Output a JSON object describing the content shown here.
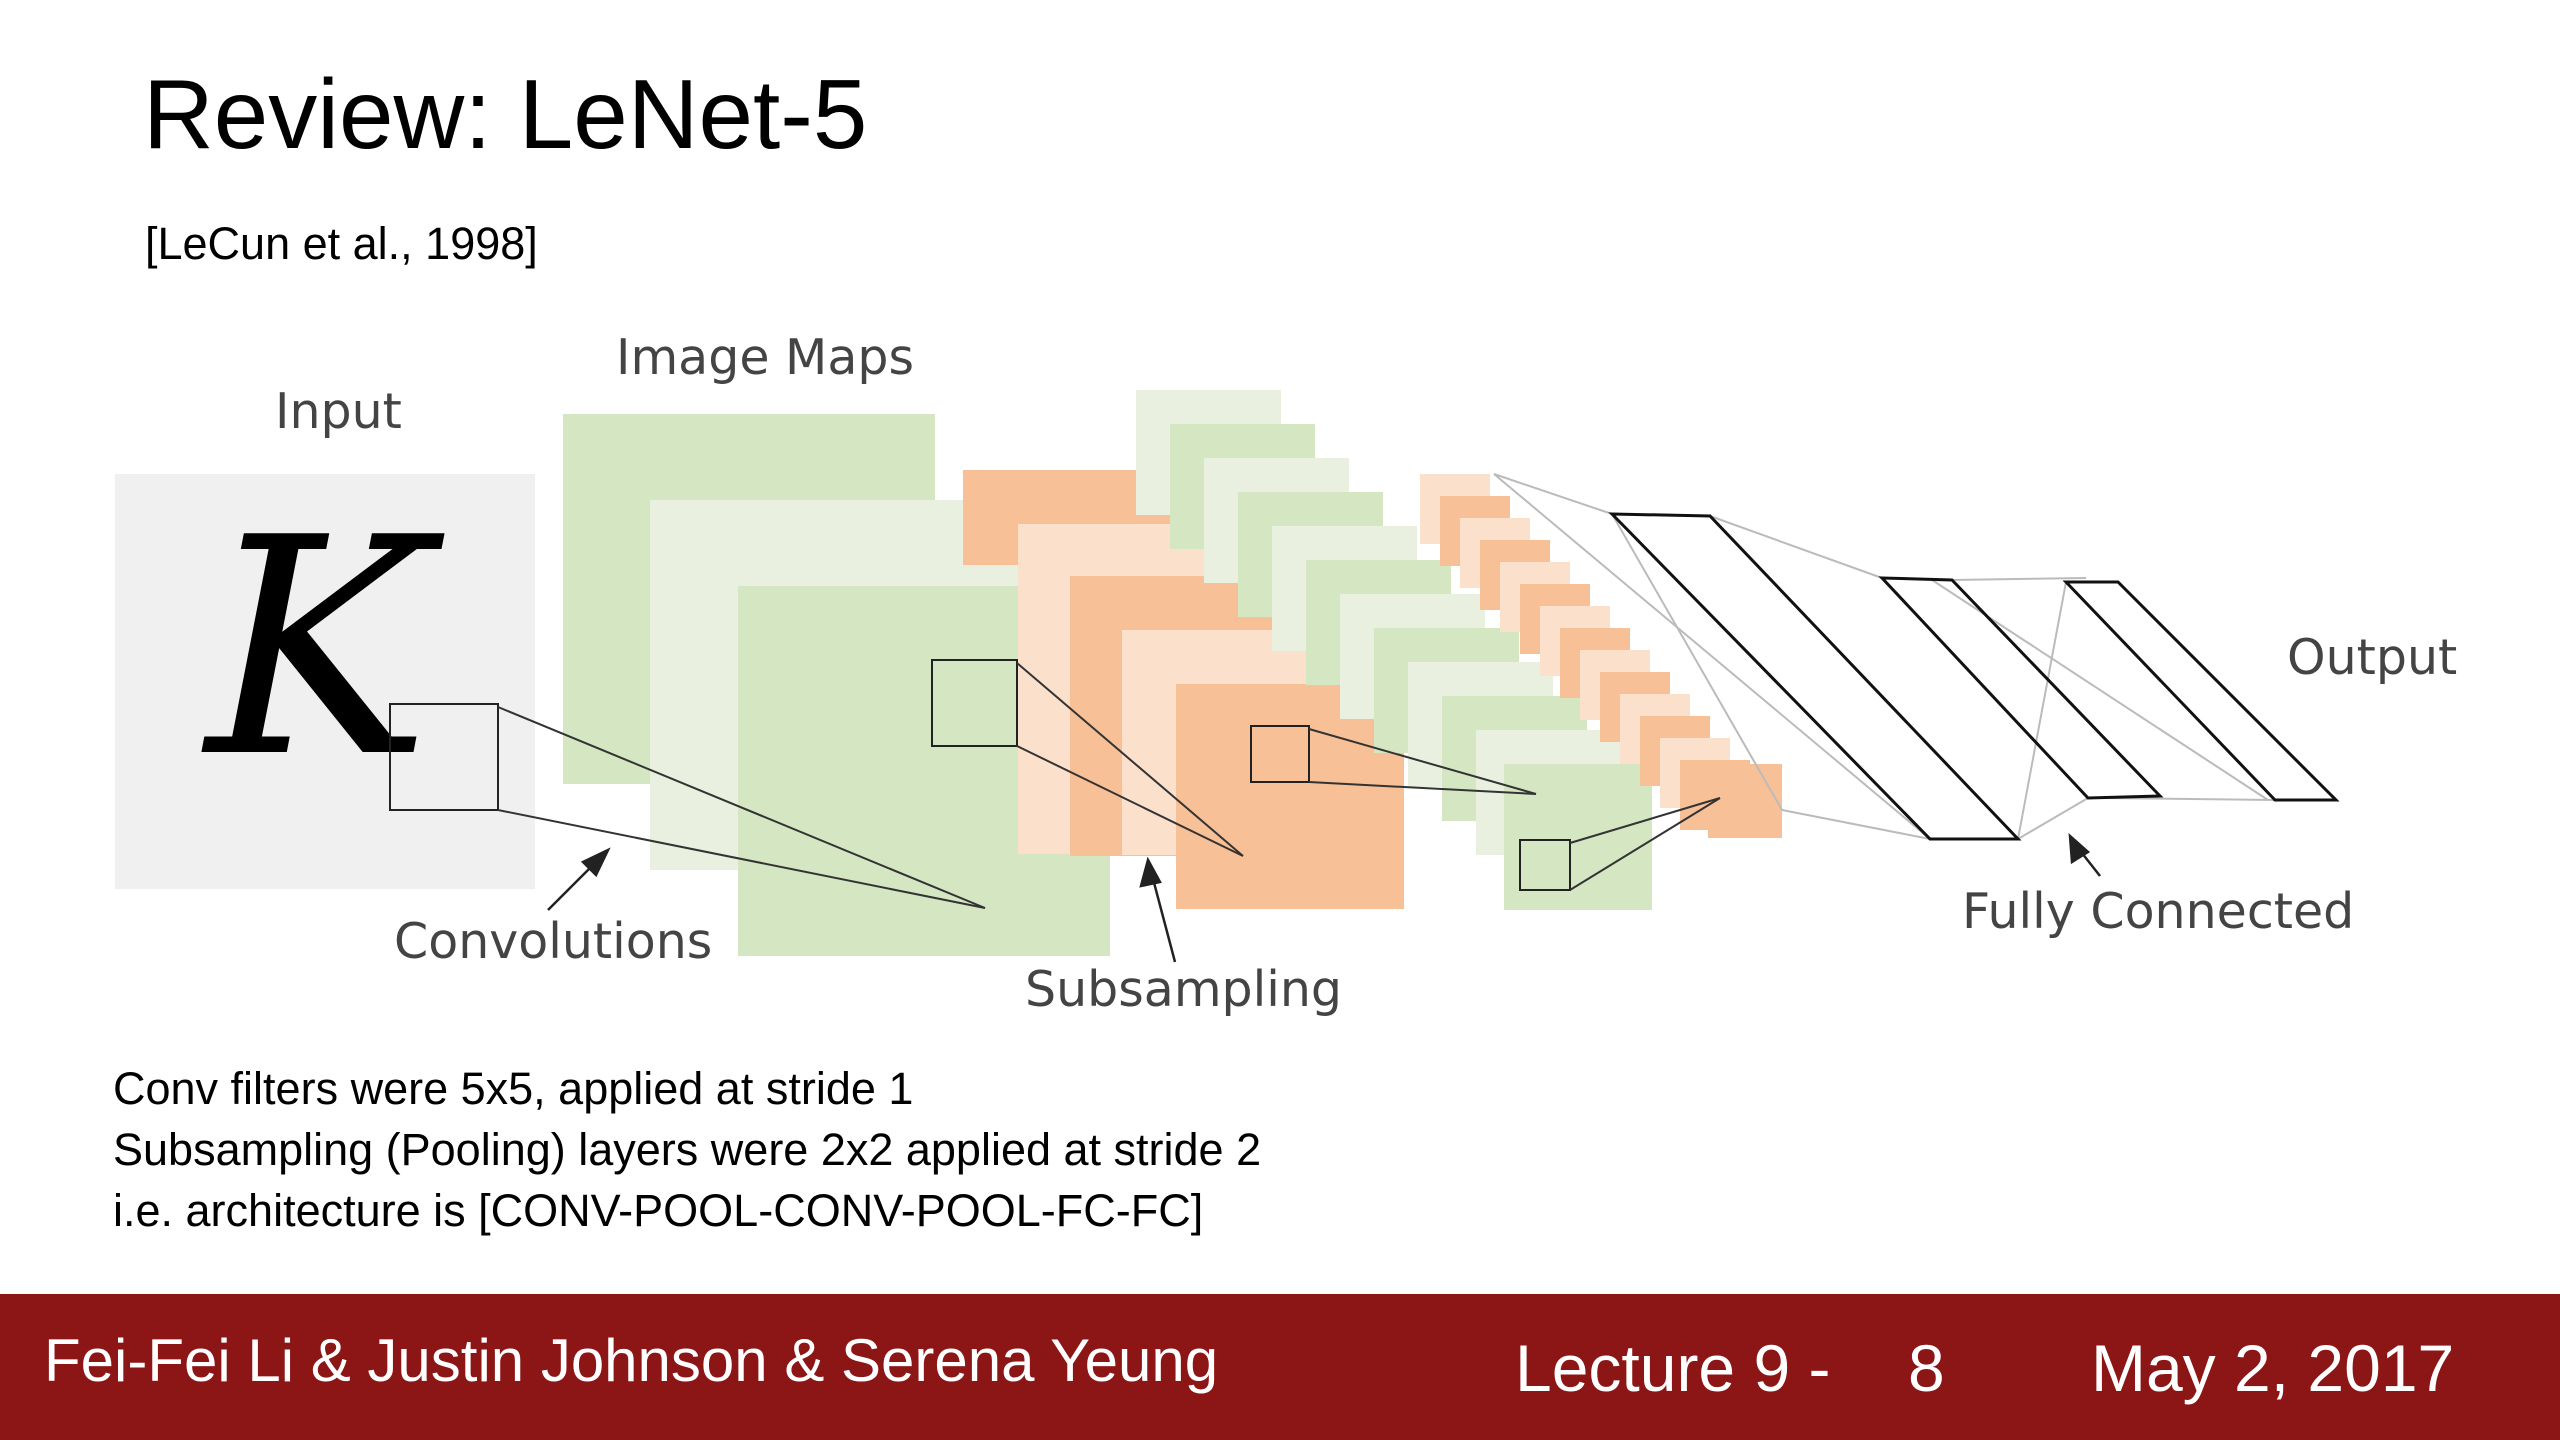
{
  "slide": {
    "title": "Review: LeNet-5",
    "citation": "[LeCun et al., 1998]"
  },
  "diagram": {
    "input_glyph": "K",
    "labels": {
      "input": "Input",
      "image_maps": "Image Maps",
      "output": "Output",
      "convolutions": "Convolutions",
      "subsampling": "Subsampling",
      "fully_connected": "Fully Connected"
    },
    "colors": {
      "conv_maps": "#d5e6c2",
      "conv_maps_light": "#e9f0e0",
      "pool_maps": "#f8c096",
      "pool_maps_light": "#fbe0cc",
      "input_bg": "#f0f0f0"
    }
  },
  "notes": [
    "Conv filters were 5x5, applied at stride 1",
    "Subsampling (Pooling) layers were 2x2 applied at stride 2",
    "i.e. architecture is [CONV-POOL-CONV-POOL-FC-FC]"
  ],
  "footer": {
    "authors": "Fei-Fei Li & Justin Johnson & Serena Yeung",
    "lecture": "Lecture 9 -",
    "page": "8",
    "date": "May 2, 2017",
    "color": "#8c1515"
  }
}
